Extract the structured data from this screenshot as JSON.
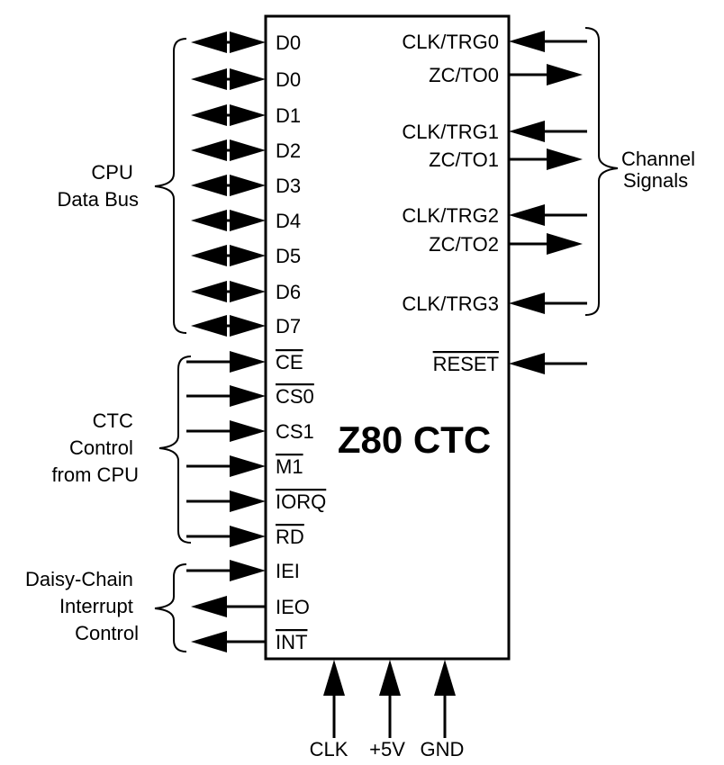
{
  "chip": {
    "title": "Z80 CTC"
  },
  "left_pins": [
    {
      "label": "D0",
      "overbar": false,
      "dir": "bi"
    },
    {
      "label": "D0",
      "overbar": false,
      "dir": "bi"
    },
    {
      "label": "D1",
      "overbar": false,
      "dir": "bi"
    },
    {
      "label": "D2",
      "overbar": false,
      "dir": "bi"
    },
    {
      "label": "D3",
      "overbar": false,
      "dir": "bi"
    },
    {
      "label": "D4",
      "overbar": false,
      "dir": "bi"
    },
    {
      "label": "D5",
      "overbar": false,
      "dir": "bi"
    },
    {
      "label": "D6",
      "overbar": false,
      "dir": "bi"
    },
    {
      "label": "D7",
      "overbar": false,
      "dir": "bi"
    },
    {
      "label": "CE",
      "overbar": true,
      "dir": "in"
    },
    {
      "label": "CS0",
      "overbar": true,
      "dir": "in"
    },
    {
      "label": "CS1",
      "overbar": false,
      "dir": "in"
    },
    {
      "label": "M1",
      "overbar": true,
      "dir": "in"
    },
    {
      "label": "IORQ",
      "overbar": true,
      "dir": "in"
    },
    {
      "label": "RD",
      "overbar": true,
      "dir": "in"
    },
    {
      "label": "IEI",
      "overbar": false,
      "dir": "in"
    },
    {
      "label": "IEO",
      "overbar": false,
      "dir": "out"
    },
    {
      "label": "INT",
      "overbar": true,
      "dir": "out"
    }
  ],
  "right_pins": [
    {
      "label": "CLK/TRG0",
      "overbar": false,
      "dir": "in"
    },
    {
      "label": "ZC/TO0",
      "overbar": false,
      "dir": "out"
    },
    {
      "label": "CLK/TRG1",
      "overbar": false,
      "dir": "in"
    },
    {
      "label": "ZC/TO1",
      "overbar": false,
      "dir": "out"
    },
    {
      "label": "CLK/TRG2",
      "overbar": false,
      "dir": "in"
    },
    {
      "label": "ZC/TO2",
      "overbar": false,
      "dir": "out"
    },
    {
      "label": "CLK/TRG3",
      "overbar": false,
      "dir": "in"
    },
    {
      "label": "RESET",
      "overbar": true,
      "dir": "in"
    }
  ],
  "bottom_pins": [
    {
      "label": "CLK"
    },
    {
      "label": "+5V"
    },
    {
      "label": "GND"
    }
  ],
  "groups": {
    "cpu_data_bus": [
      "CPU",
      "Data Bus"
    ],
    "ctc_control": [
      "CTC",
      "Control",
      "from CPU"
    ],
    "daisy_chain": [
      "Daisy-Chain",
      "Interrupt",
      "Control"
    ],
    "channel_signals": [
      "Channel",
      "Signals"
    ]
  }
}
